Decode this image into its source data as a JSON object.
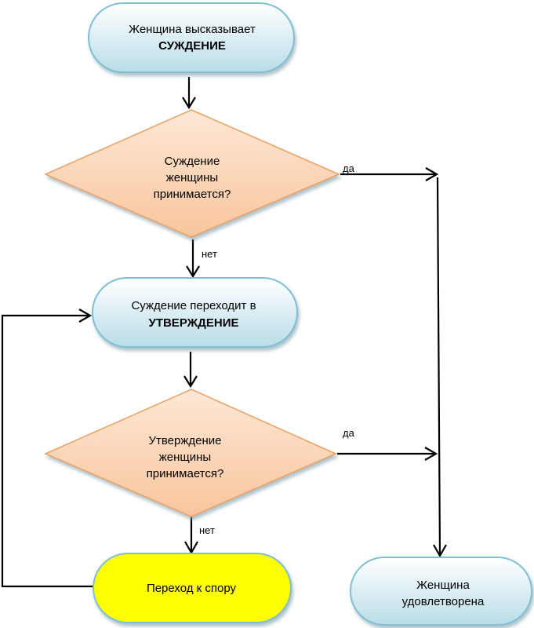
{
  "colors": {
    "terminal_fill_top": "#ffffff",
    "terminal_fill_bottom": "#b9dde8",
    "terminal_stroke": "#7fbfd6",
    "decision_fill_top": "#fde3cd",
    "decision_fill_bottom": "#f9c9a1",
    "decision_stroke": "#eaa469",
    "highlight_fill": "#ffff00",
    "line": "#000000"
  },
  "nodes": {
    "start": {
      "line1": "Женщина высказывает",
      "line2": "СУЖДЕНИЕ"
    },
    "decision1": {
      "line1": "Суждение",
      "line2": "женщины",
      "line3": "принимается?"
    },
    "process": {
      "line1": "Суждение переходит в",
      "line2": "УТВЕРЖДЕНИЕ"
    },
    "decision2": {
      "line1": "Утверждение",
      "line2": "женщины",
      "line3": "принимается?"
    },
    "dispute": {
      "label": "Переход к спору"
    },
    "satisfied": {
      "line1": "Женщина",
      "line2": "удовлетворена"
    }
  },
  "edges": {
    "d1_yes": "да",
    "d1_no": "нет",
    "d2_yes": "да",
    "d2_no": "нет"
  }
}
